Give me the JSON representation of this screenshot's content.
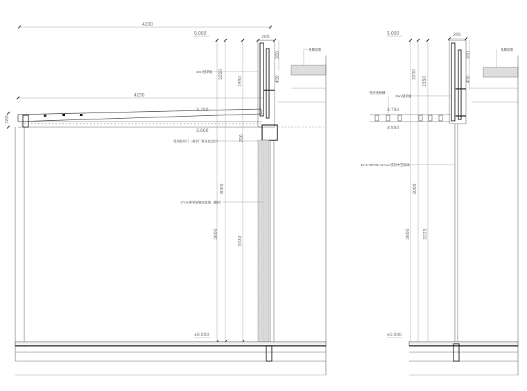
{
  "section_a": {
    "dims": {
      "overall_width": "4200",
      "canopy_length": "4150",
      "top_width": "265",
      "elev_top": "5.000",
      "elev_canopy_top": "3.750",
      "elev_canopy_bottom": "3.600",
      "elev_floor": "±0.000",
      "v_upper": "3250",
      "v_mid": "1950",
      "v_glass": "3000",
      "v_total": "3600",
      "v_door": "3330",
      "v_small_1": "300",
      "v_small_2": "450",
      "v_small_3": "250",
      "canopy_thickness": "180"
    },
    "notes": {
      "panel": "3mm铝单板",
      "roof": "金属屋面",
      "louver": "电动卷帘门（卷帘厂家深化设计）",
      "glass": "17mm厚单层钢化玻璃（磨砂）"
    }
  },
  "section_b": {
    "dims": {
      "top_width": "265",
      "elev_top": "5.000",
      "elev_canopy_top": "3.750",
      "elev_canopy_bottom": "3.550",
      "elev_floor": "±0.000",
      "v_upper": "3250",
      "v_mid": "1950",
      "v_glass": "3000",
      "v_total": "3600",
      "v_door": "3225",
      "v_small_1": "300",
      "v_small_2": "450"
    },
    "notes": {
      "grille": "铝合金格栅",
      "panel": "3mm铝单板",
      "roof": "金属屋面",
      "glass": "10+0.76PVB+10+12A夹胶中空玻璃"
    }
  }
}
